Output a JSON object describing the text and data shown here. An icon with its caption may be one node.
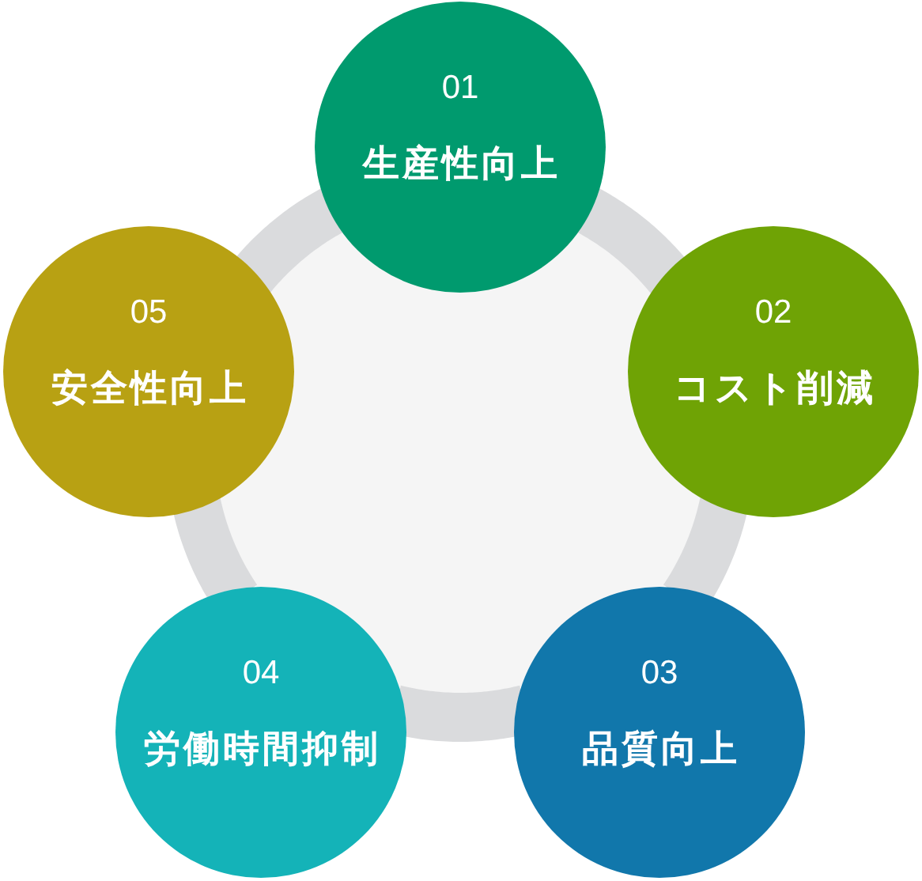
{
  "diagram": {
    "nodes": [
      {
        "text": [
          "01",
          "生産性向上"
        ]
      },
      {
        "text": [
          "02",
          "コスト削減"
        ]
      },
      {
        "text": [
          "03",
          "品質向上"
        ]
      },
      {
        "text": [
          "04",
          "労働時間抑制"
        ]
      },
      {
        "text": [
          "05",
          "安全性向上"
        ]
      }
    ],
    "edges": [
      {
        "from": 0,
        "to": 1,
        "arrow": "none"
      },
      {
        "from": 1,
        "to": 2,
        "arrow": "none"
      },
      {
        "from": 2,
        "to": 3,
        "arrow": "none"
      },
      {
        "from": 3,
        "to": 4,
        "arrow": "none"
      },
      {
        "from": 4,
        "to": 0,
        "arrow": "none"
      }
    ]
  }
}
